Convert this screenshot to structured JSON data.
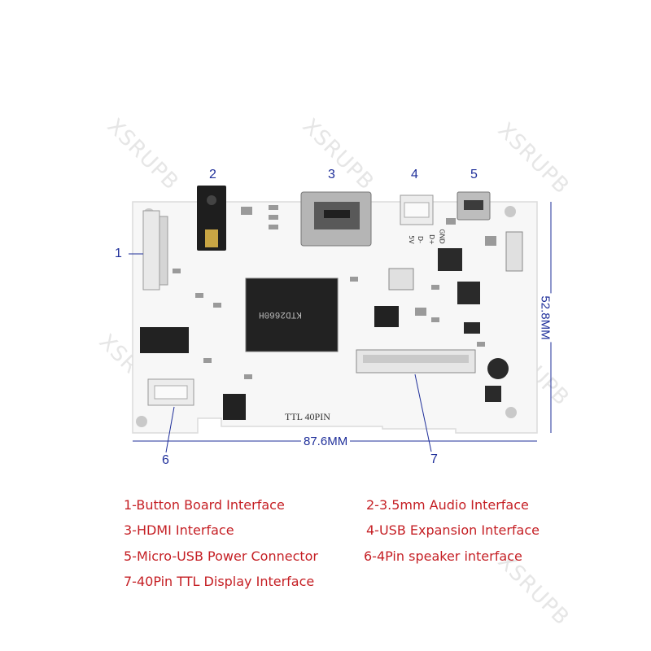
{
  "watermark": "XSRUPB",
  "callouts": {
    "c1": "1",
    "c2": "2",
    "c3": "3",
    "c4": "4",
    "c5": "5",
    "c6": "6",
    "c7": "7"
  },
  "dimensions": {
    "width": "87.6MM",
    "height": "52.8MM"
  },
  "board": {
    "ttl_label": "TTL 40PIN",
    "chip_text": "KTD2660H",
    "usb_pins": [
      "GND",
      "D+",
      "D-",
      "5V"
    ]
  },
  "legend": {
    "item1": "1-Button Board Interface",
    "item2": "2-3.5mm Audio Interface",
    "item3": "3-HDMI Interface",
    "item4": "4-USB Expansion Interface",
    "item5": "5-Micro-USB Power Connector",
    "item6": "6-4Pin speaker interface",
    "item7": "7-40Pin TTL Display Interface"
  },
  "colors": {
    "legend_text": "#c51f24",
    "callout_text": "#1f2f9a",
    "board": "#f7f7f7"
  }
}
